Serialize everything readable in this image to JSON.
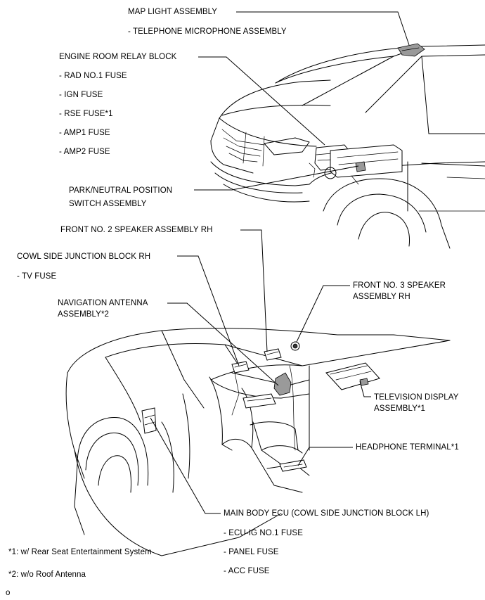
{
  "labels": {
    "map_light": "MAP LIGHT ASSEMBLY",
    "telephone_mic": "- TELEPHONE MICROPHONE ASSEMBLY",
    "engine_room_relay": "ENGINE ROOM RELAY BLOCK",
    "rad_fuse": "- RAD NO.1 FUSE",
    "ign_fuse": "- IGN FUSE",
    "rse_fuse": "- RSE FUSE*1",
    "amp1_fuse": "- AMP1 FUSE",
    "amp2_fuse": "- AMP2 FUSE",
    "park_neutral_1": "PARK/NEUTRAL POSITION",
    "park_neutral_2": "SWITCH ASSEMBLY",
    "front2_speaker": "FRONT NO. 2 SPEAKER ASSEMBLY RH",
    "cowl_side_rh": "COWL SIDE JUNCTION BLOCK RH",
    "tv_fuse": "- TV FUSE",
    "front3_speaker_1": "FRONT NO. 3 SPEAKER",
    "front3_speaker_2": "ASSEMBLY RH",
    "nav_antenna_1": "NAVIGATION ANTENNA",
    "nav_antenna_2": "ASSEMBLY*2",
    "tv_display_1": "TELEVISION DISPLAY",
    "tv_display_2": "ASSEMBLY*1",
    "headphone": "HEADPHONE TERMINAL*1",
    "main_body_ecu": "MAIN BODY ECU (COWL SIDE JUNCTION BLOCK LH)",
    "ecu_ig_fuse": "- ECU-IG NO.1 FUSE",
    "panel_fuse": "- PANEL FUSE",
    "acc_fuse": "- ACC FUSE"
  },
  "footnotes": {
    "note1": "*1: w/ Rear Seat Entertainment System",
    "note2": "*2: w/o Roof Antenna",
    "corner_mark": "o"
  }
}
